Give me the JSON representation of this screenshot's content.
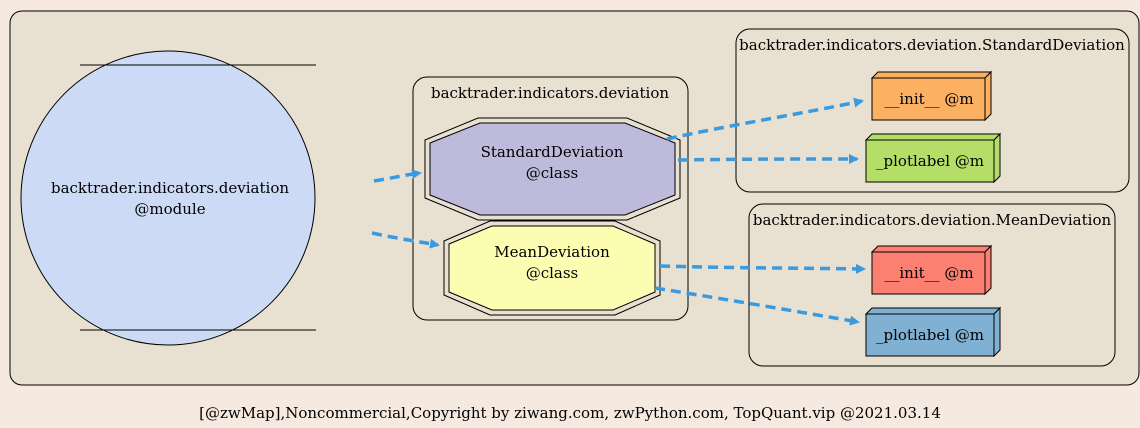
{
  "colors": {
    "page_bg": "#f6e9df",
    "graph_bg": "#e8e0d0",
    "edge": "#3a9ae0",
    "module_fill": "#ccdaf5",
    "standard_class_fill": "#bdbadc",
    "mean_class_fill": "#fdfdb2",
    "std_init_fill": "#fcb062",
    "std_plotlabel_fill": "#b4de68",
    "mean_init_fill": "#fb8072",
    "mean_plotlabel_fill": "#80b1d3"
  },
  "module": {
    "name": "backtrader.indicators.deviation",
    "tag": "@module"
  },
  "cluster_deviation": {
    "label": "backtrader.indicators.deviation"
  },
  "cluster_standard": {
    "label": "backtrader.indicators.deviation.StandardDeviation"
  },
  "cluster_mean": {
    "label": "backtrader.indicators.deviation.MeanDeviation"
  },
  "standard_class": {
    "name": "StandardDeviation",
    "tag": "@class"
  },
  "mean_class": {
    "name": "MeanDeviation",
    "tag": "@class"
  },
  "std_init": {
    "label": "__init__ @m"
  },
  "std_plotlabel": {
    "label": "_plotlabel @m"
  },
  "mean_init": {
    "label": "__init__ @m"
  },
  "mean_plotlabel": {
    "label": "_plotlabel @m"
  },
  "footer": "[@zwMap],Noncommercial,Copyright by ziwang.com, zwPython.com, TopQuant.vip @2021.03.14"
}
